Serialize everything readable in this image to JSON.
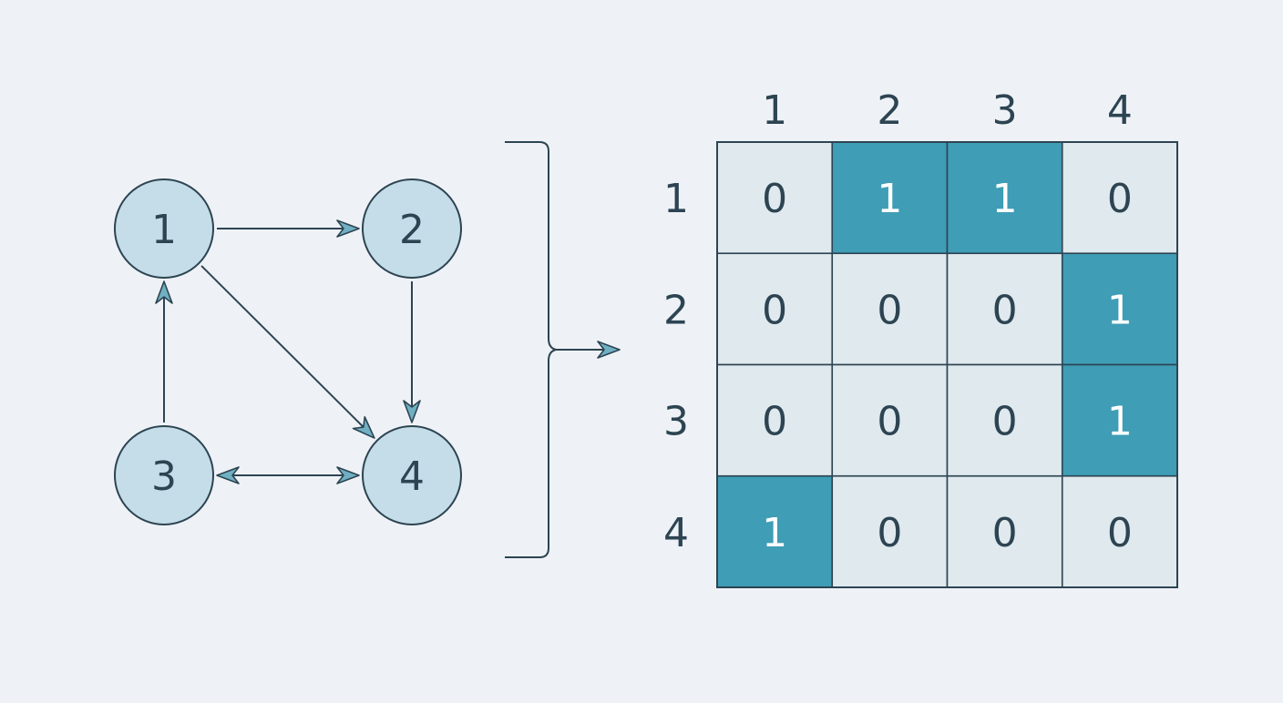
{
  "colors": {
    "background": "#eef2f6",
    "node_fill": "#c5dde8",
    "stroke": "#2d4452",
    "arrowhead": "#6fb0c3",
    "cell_zero": "#dfe9ee",
    "cell_one": "#3f9db6",
    "text_dark": "#2d4452",
    "text_light": "#ffffff"
  },
  "graph": {
    "nodes": [
      {
        "id": "1",
        "label": "1"
      },
      {
        "id": "2",
        "label": "2"
      },
      {
        "id": "3",
        "label": "3"
      },
      {
        "id": "4",
        "label": "4"
      }
    ],
    "edges": [
      {
        "from": "1",
        "to": "2",
        "bidirectional": false
      },
      {
        "from": "1",
        "to": "4",
        "bidirectional": false
      },
      {
        "from": "2",
        "to": "4",
        "bidirectional": false
      },
      {
        "from": "3",
        "to": "1",
        "bidirectional": false
      },
      {
        "from": "3",
        "to": "4",
        "bidirectional": true
      }
    ]
  },
  "matrix": {
    "col_headers": [
      "1",
      "2",
      "3",
      "4"
    ],
    "row_headers": [
      "1",
      "2",
      "3",
      "4"
    ],
    "cells": [
      [
        0,
        1,
        1,
        0
      ],
      [
        0,
        0,
        0,
        1
      ],
      [
        0,
        0,
        0,
        1
      ],
      [
        1,
        0,
        0,
        0
      ]
    ]
  }
}
